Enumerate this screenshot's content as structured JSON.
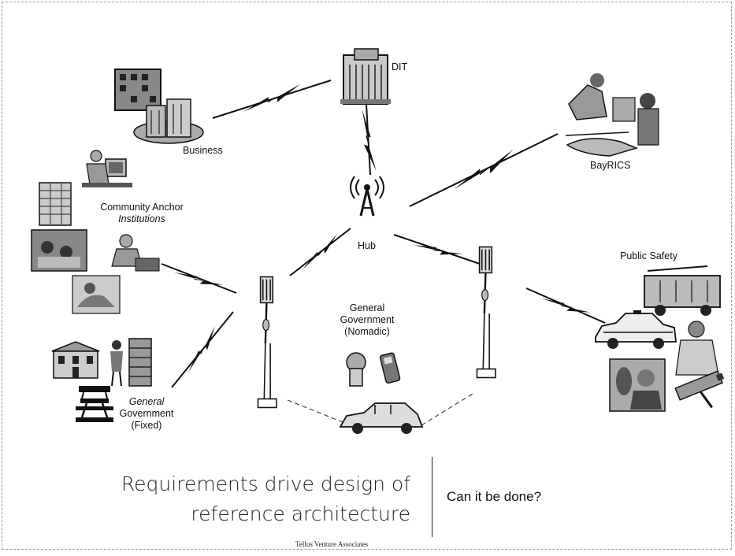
{
  "nodes": {
    "dit": "DIT",
    "business": "Business",
    "bayrics": "BayRICS",
    "community_line1": "Community Anchor",
    "community_line2": "Institutions",
    "hub": "Hub",
    "public_safety": "Public Safety",
    "gov_nomadic_line1": "General",
    "gov_nomadic_line2": "Government",
    "gov_nomadic_line3": "(Nomadic)",
    "gov_fixed_line1": "General",
    "gov_fixed_line2": "Government",
    "gov_fixed_line3": "(Fixed)"
  },
  "caption": {
    "line1": "Requirements drive design of",
    "line2": "reference architecture",
    "question": "Can it be done?"
  },
  "credit": "Tellus Venture Associates",
  "icons": [
    "office-building-icon",
    "business-building-icon",
    "phone-booth-icon",
    "computer-user-icon",
    "cell-tower-icon",
    "radio-antenna-icon",
    "car-icon",
    "helicopter-icon",
    "police-car-icon",
    "fire-truck-icon",
    "handheld-radio-icon",
    "phone-icon",
    "school-building-icon",
    "picnic-table-icon",
    "security-camera-icon",
    "lightning-link-icon"
  ]
}
